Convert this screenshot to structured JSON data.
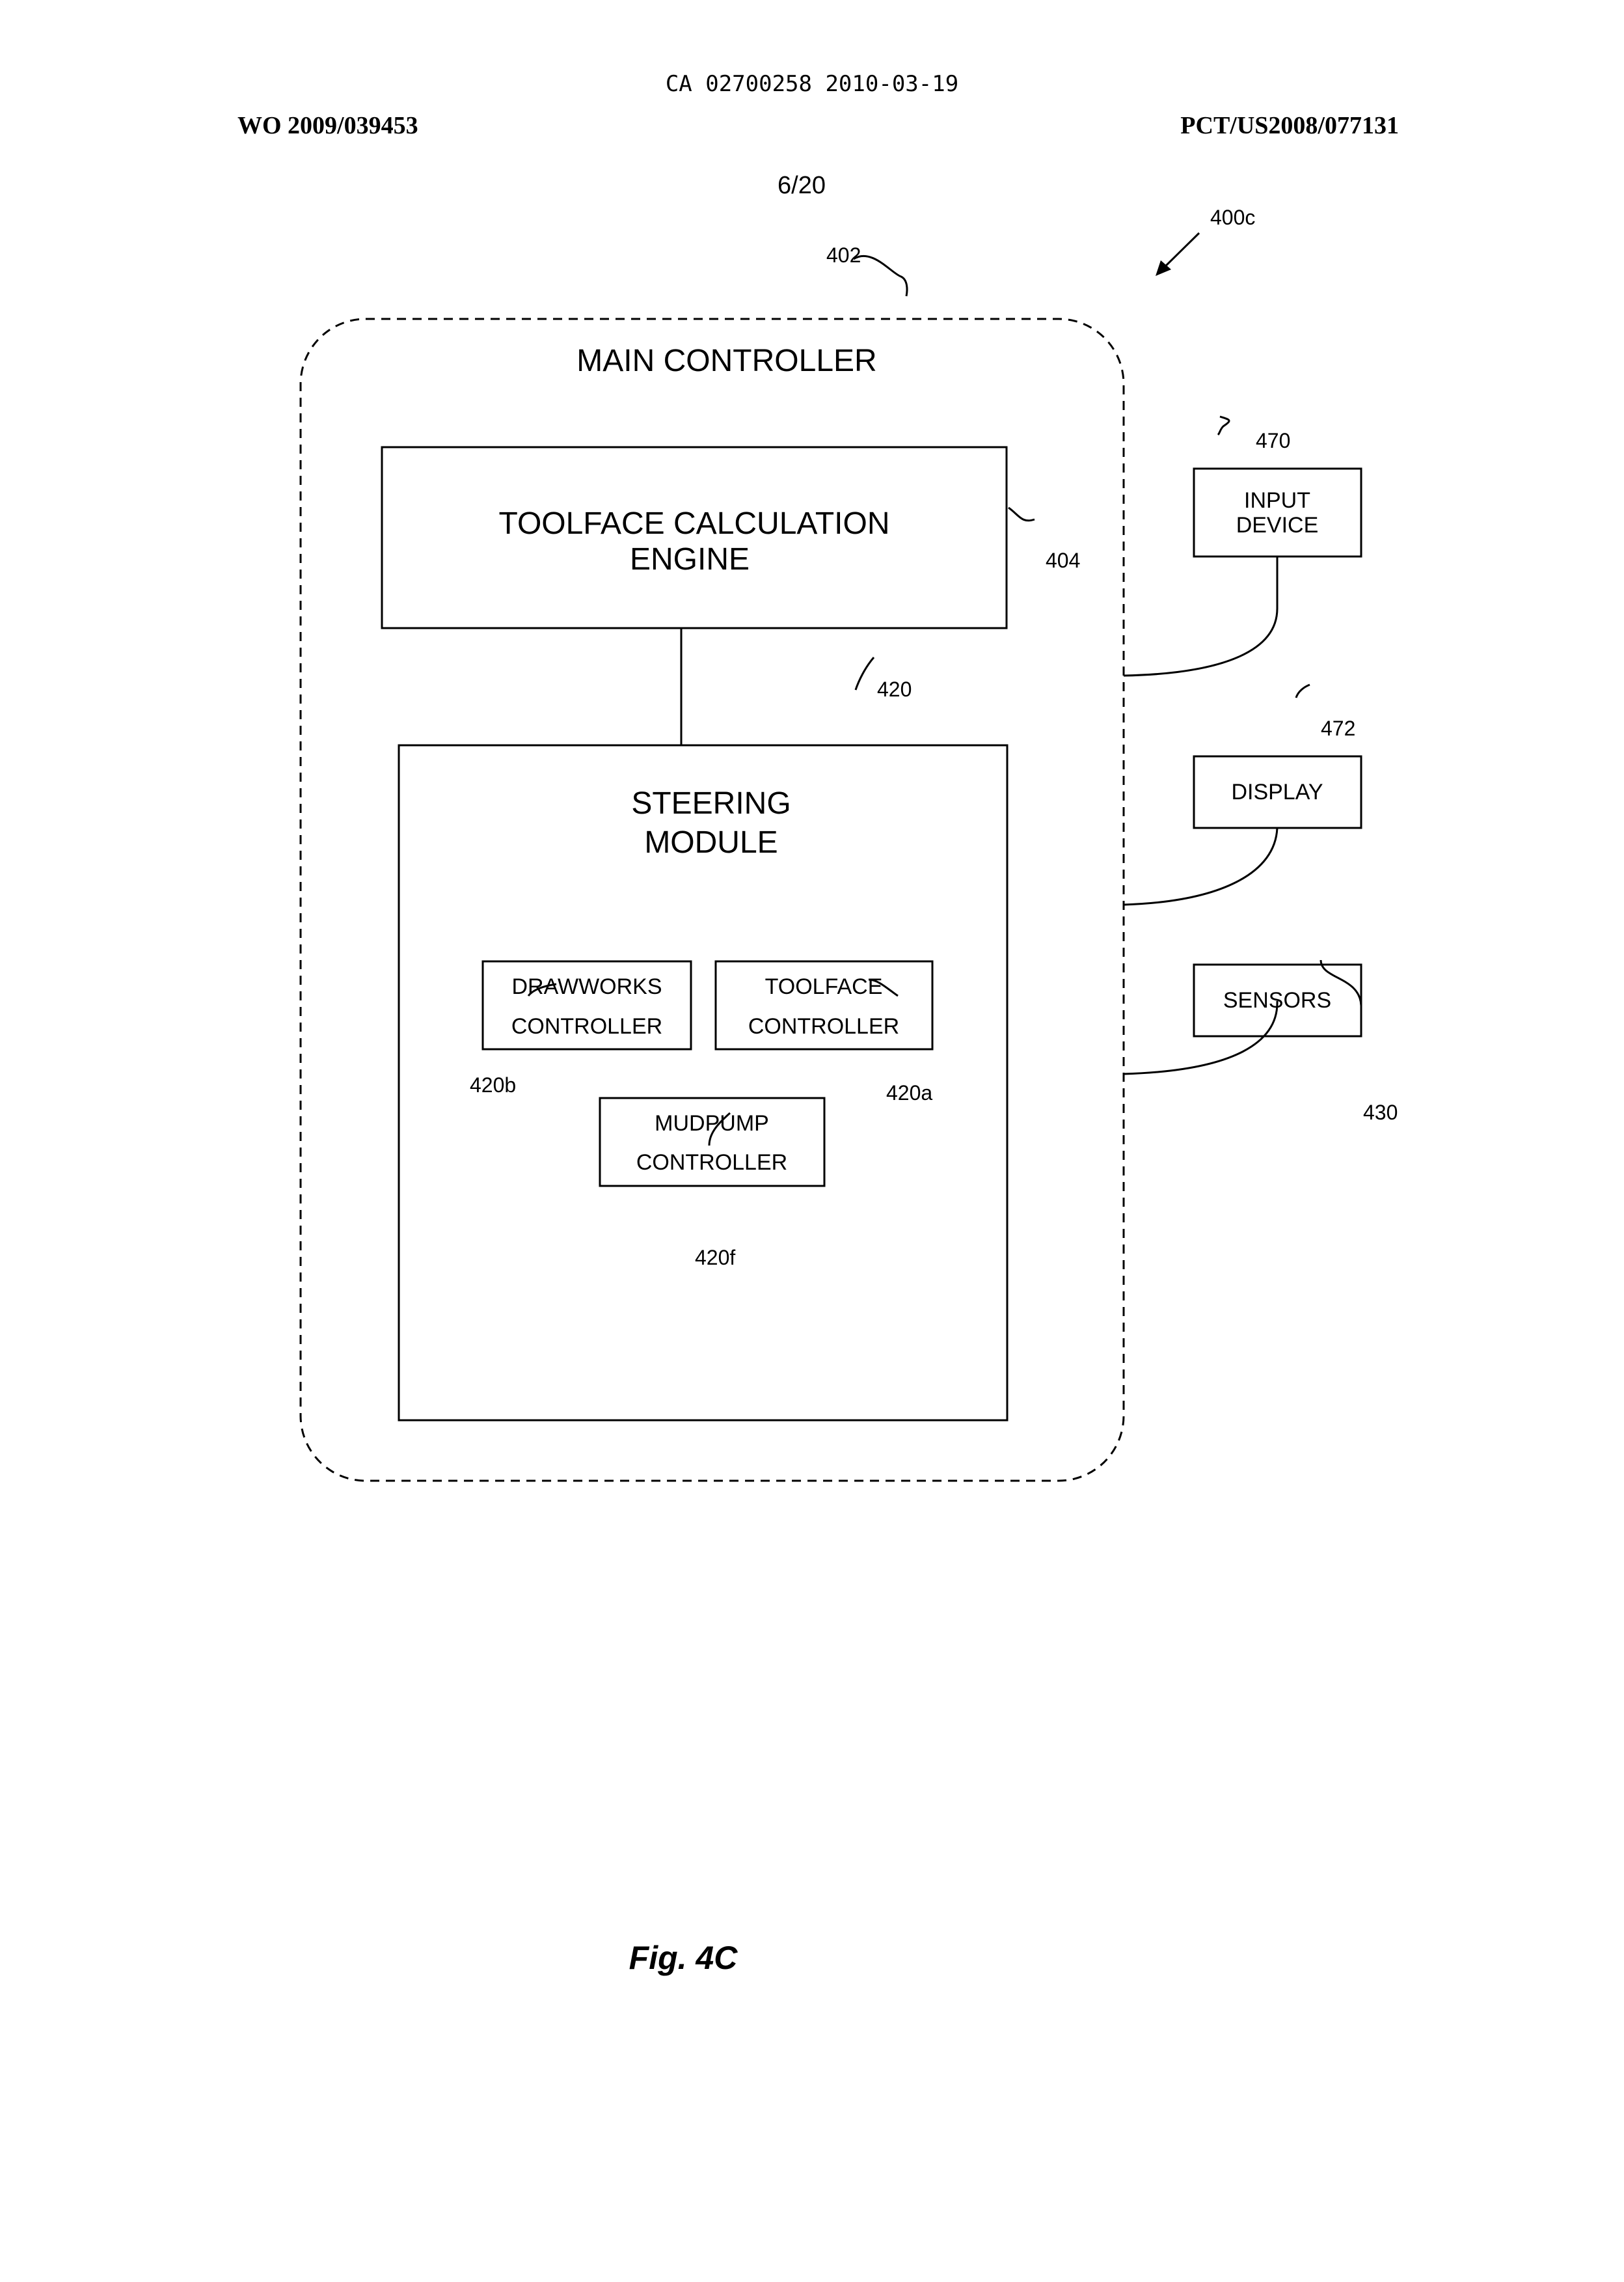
{
  "header": {
    "ca_number": "CA 02700258 2010-03-19",
    "wo_number": "WO 2009/039453",
    "pct_number": "PCT/US2008/077131",
    "sheet": "6/20"
  },
  "diagram": {
    "ref_figure": "400c",
    "ref_main": "402",
    "main_controller": "MAIN CONTROLLER",
    "toolface_engine_line1": "TOOLFACE CALCULATION",
    "toolface_engine_line2": "ENGINE",
    "ref_engine": "404",
    "ref_link": "420",
    "steering_line1": "STEERING",
    "steering_line2": "MODULE",
    "drawworks_line1": "DRAWWORKS",
    "drawworks_line2": "CONTROLLER",
    "ref_drawworks": "420b",
    "toolface_ctrl_line1": "TOOLFACE",
    "toolface_ctrl_line2": "CONTROLLER",
    "ref_toolface_ctrl": "420a",
    "mudpump_line1": "MUDPUMP",
    "mudpump_line2": "CONTROLLER",
    "ref_mudpump": "420f",
    "input_line1": "INPUT",
    "input_line2": "DEVICE",
    "ref_input": "470",
    "display": "DISPLAY",
    "ref_display": "472",
    "sensors": "SENSORS",
    "ref_sensors": "430"
  },
  "caption": "Fig. 4C"
}
